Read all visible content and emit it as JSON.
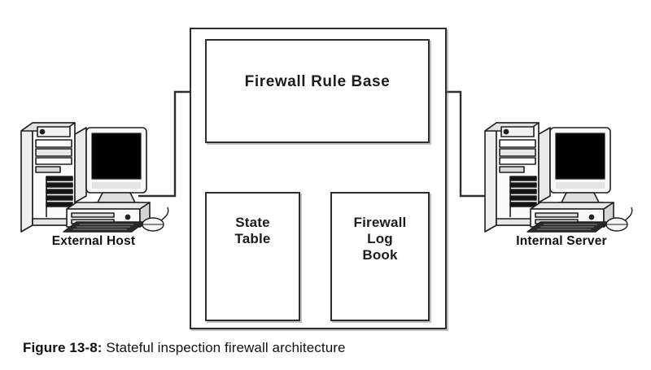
{
  "figure": {
    "caption_prefix": "Figure 13-8:",
    "caption_text": " Stateful inspection firewall architecture"
  },
  "diagram": {
    "type": "block-diagram",
    "firewall_container": {
      "name": "firewall-container"
    },
    "boxes": [
      {
        "id": "rule-base",
        "label": "Firewall Rule Base"
      },
      {
        "id": "state-table",
        "label": "State\nTable"
      },
      {
        "id": "log-book",
        "label": "Firewall\nLog\nBook"
      }
    ],
    "nodes": [
      {
        "id": "external-host",
        "label": "External Host",
        "icon": "desktop-computer-icon"
      },
      {
        "id": "internal-server",
        "label": "Internal Server",
        "icon": "desktop-computer-icon"
      }
    ],
    "connections": [
      {
        "from": "external-host",
        "to": "firewall-container",
        "style": "plain-line"
      },
      {
        "from": "firewall-container",
        "to": "internal-server",
        "style": "plain-line"
      },
      {
        "from": "rule-base",
        "to": "state-table",
        "style": "arrow-down"
      },
      {
        "from": "state-table",
        "to": "rule-base",
        "style": "arrow-up"
      },
      {
        "from": "rule-base",
        "to": "log-book",
        "style": "arrow-down"
      },
      {
        "from": "log-book",
        "to": "rule-base",
        "style": "arrow-up"
      }
    ],
    "colors": {
      "background": "#ffffff",
      "line": "#2e2e2e",
      "text": "#111111",
      "screen": "#000000"
    }
  }
}
